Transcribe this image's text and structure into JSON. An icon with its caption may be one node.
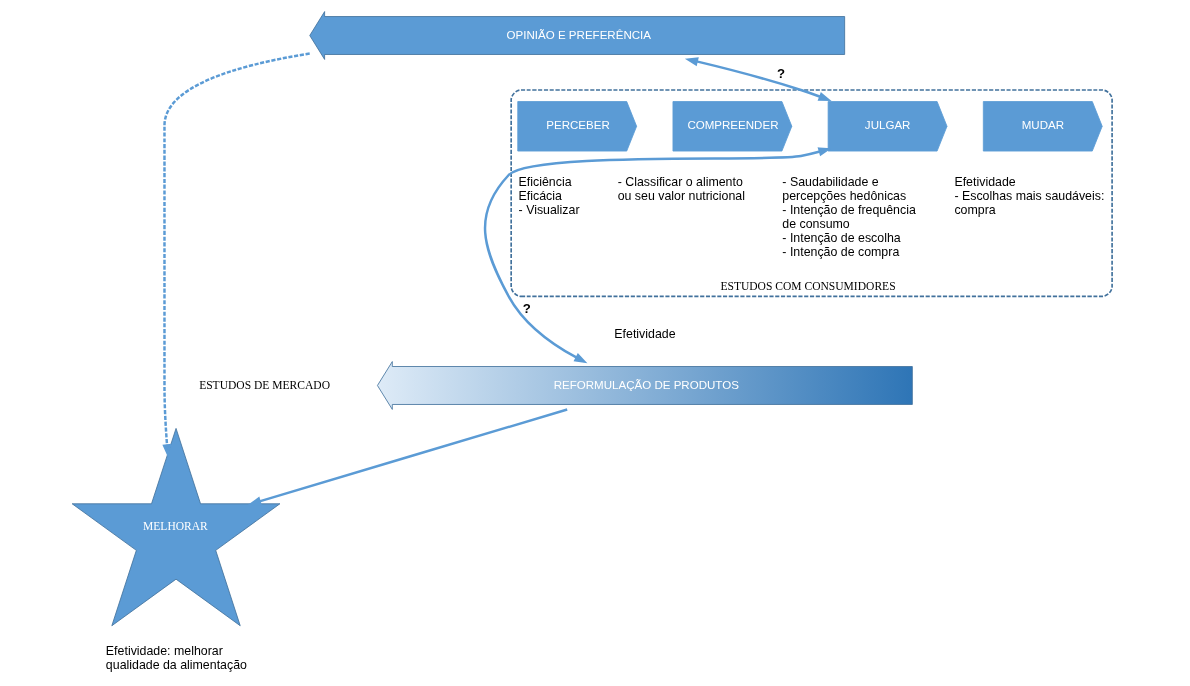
{
  "diagram": {
    "nodes": [
      {
        "text": [
          "ESTUDOS COM CONSUMIDORES"
        ]
      },
      {
        "text": [
          "OPINIÃO E PREFERÊNCIA"
        ]
      },
      {
        "text": [
          "PERCEBER"
        ],
        "in": 0,
        "beside": [
          "Eficiência",
          "Eficácia",
          "- Visualizar"
        ]
      },
      {
        "text": [
          "COMPREENDER"
        ],
        "in": 0,
        "beside": [
          "- Classificar o alimento ou seu valor nutricional"
        ]
      },
      {
        "text": [
          "JULGAR"
        ],
        "in": 0,
        "beside": [
          "- Saudabilidade e percepções hedônicas",
          "- Intenção de frequência de consumo",
          "- Intenção de escolha",
          "- Intenção de compra"
        ]
      },
      {
        "text": [
          "MUDAR"
        ],
        "in": 0,
        "beside": [
          "Efetividade",
          "- Escolhas mais saudáveis: compra"
        ]
      },
      {
        "text": [
          "MELHORAR"
        ],
        "beside": [
          "Efetividade: melhorar qualidade da alimentação"
        ]
      },
      {
        "text": [
          "REFORMULAÇÃO DE PRODUTOS"
        ],
        "beside": [
          "Efetividade"
        ]
      }
    ],
    "edges": [
      {
        "from": 1,
        "to": 4,
        "arrow": "both",
        "label": "?"
      },
      {
        "from": 4,
        "to": 7,
        "arrow": "both",
        "label": "?"
      },
      {
        "from": 1,
        "to": 6,
        "arrow": "to",
        "style": "dashed"
      },
      {
        "from": 7,
        "to": 6,
        "arrow": "to"
      }
    ],
    "labels": [
      "ESTUDOS DE MERCADO"
    ]
  }
}
